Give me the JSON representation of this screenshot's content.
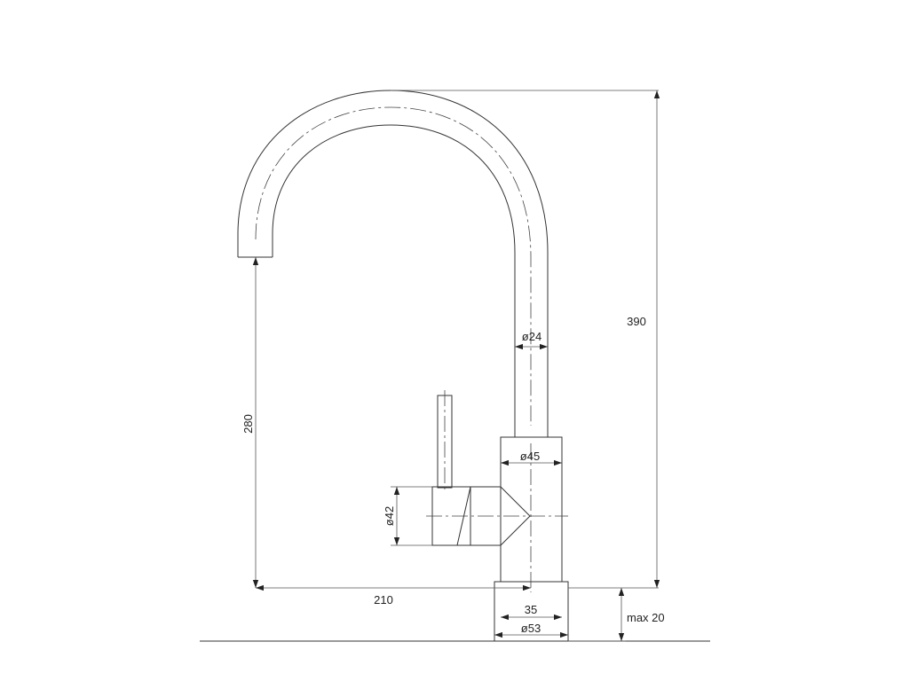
{
  "drawing": {
    "dims": {
      "overall_height": "390",
      "spout_height": "280",
      "reach": "210",
      "spout_diameter": "ø24",
      "body_diameter": "ø45",
      "handle_diameter": "ø42",
      "base_width": "35",
      "base_diameter": "ø53",
      "max_thickness": "max 20"
    }
  }
}
